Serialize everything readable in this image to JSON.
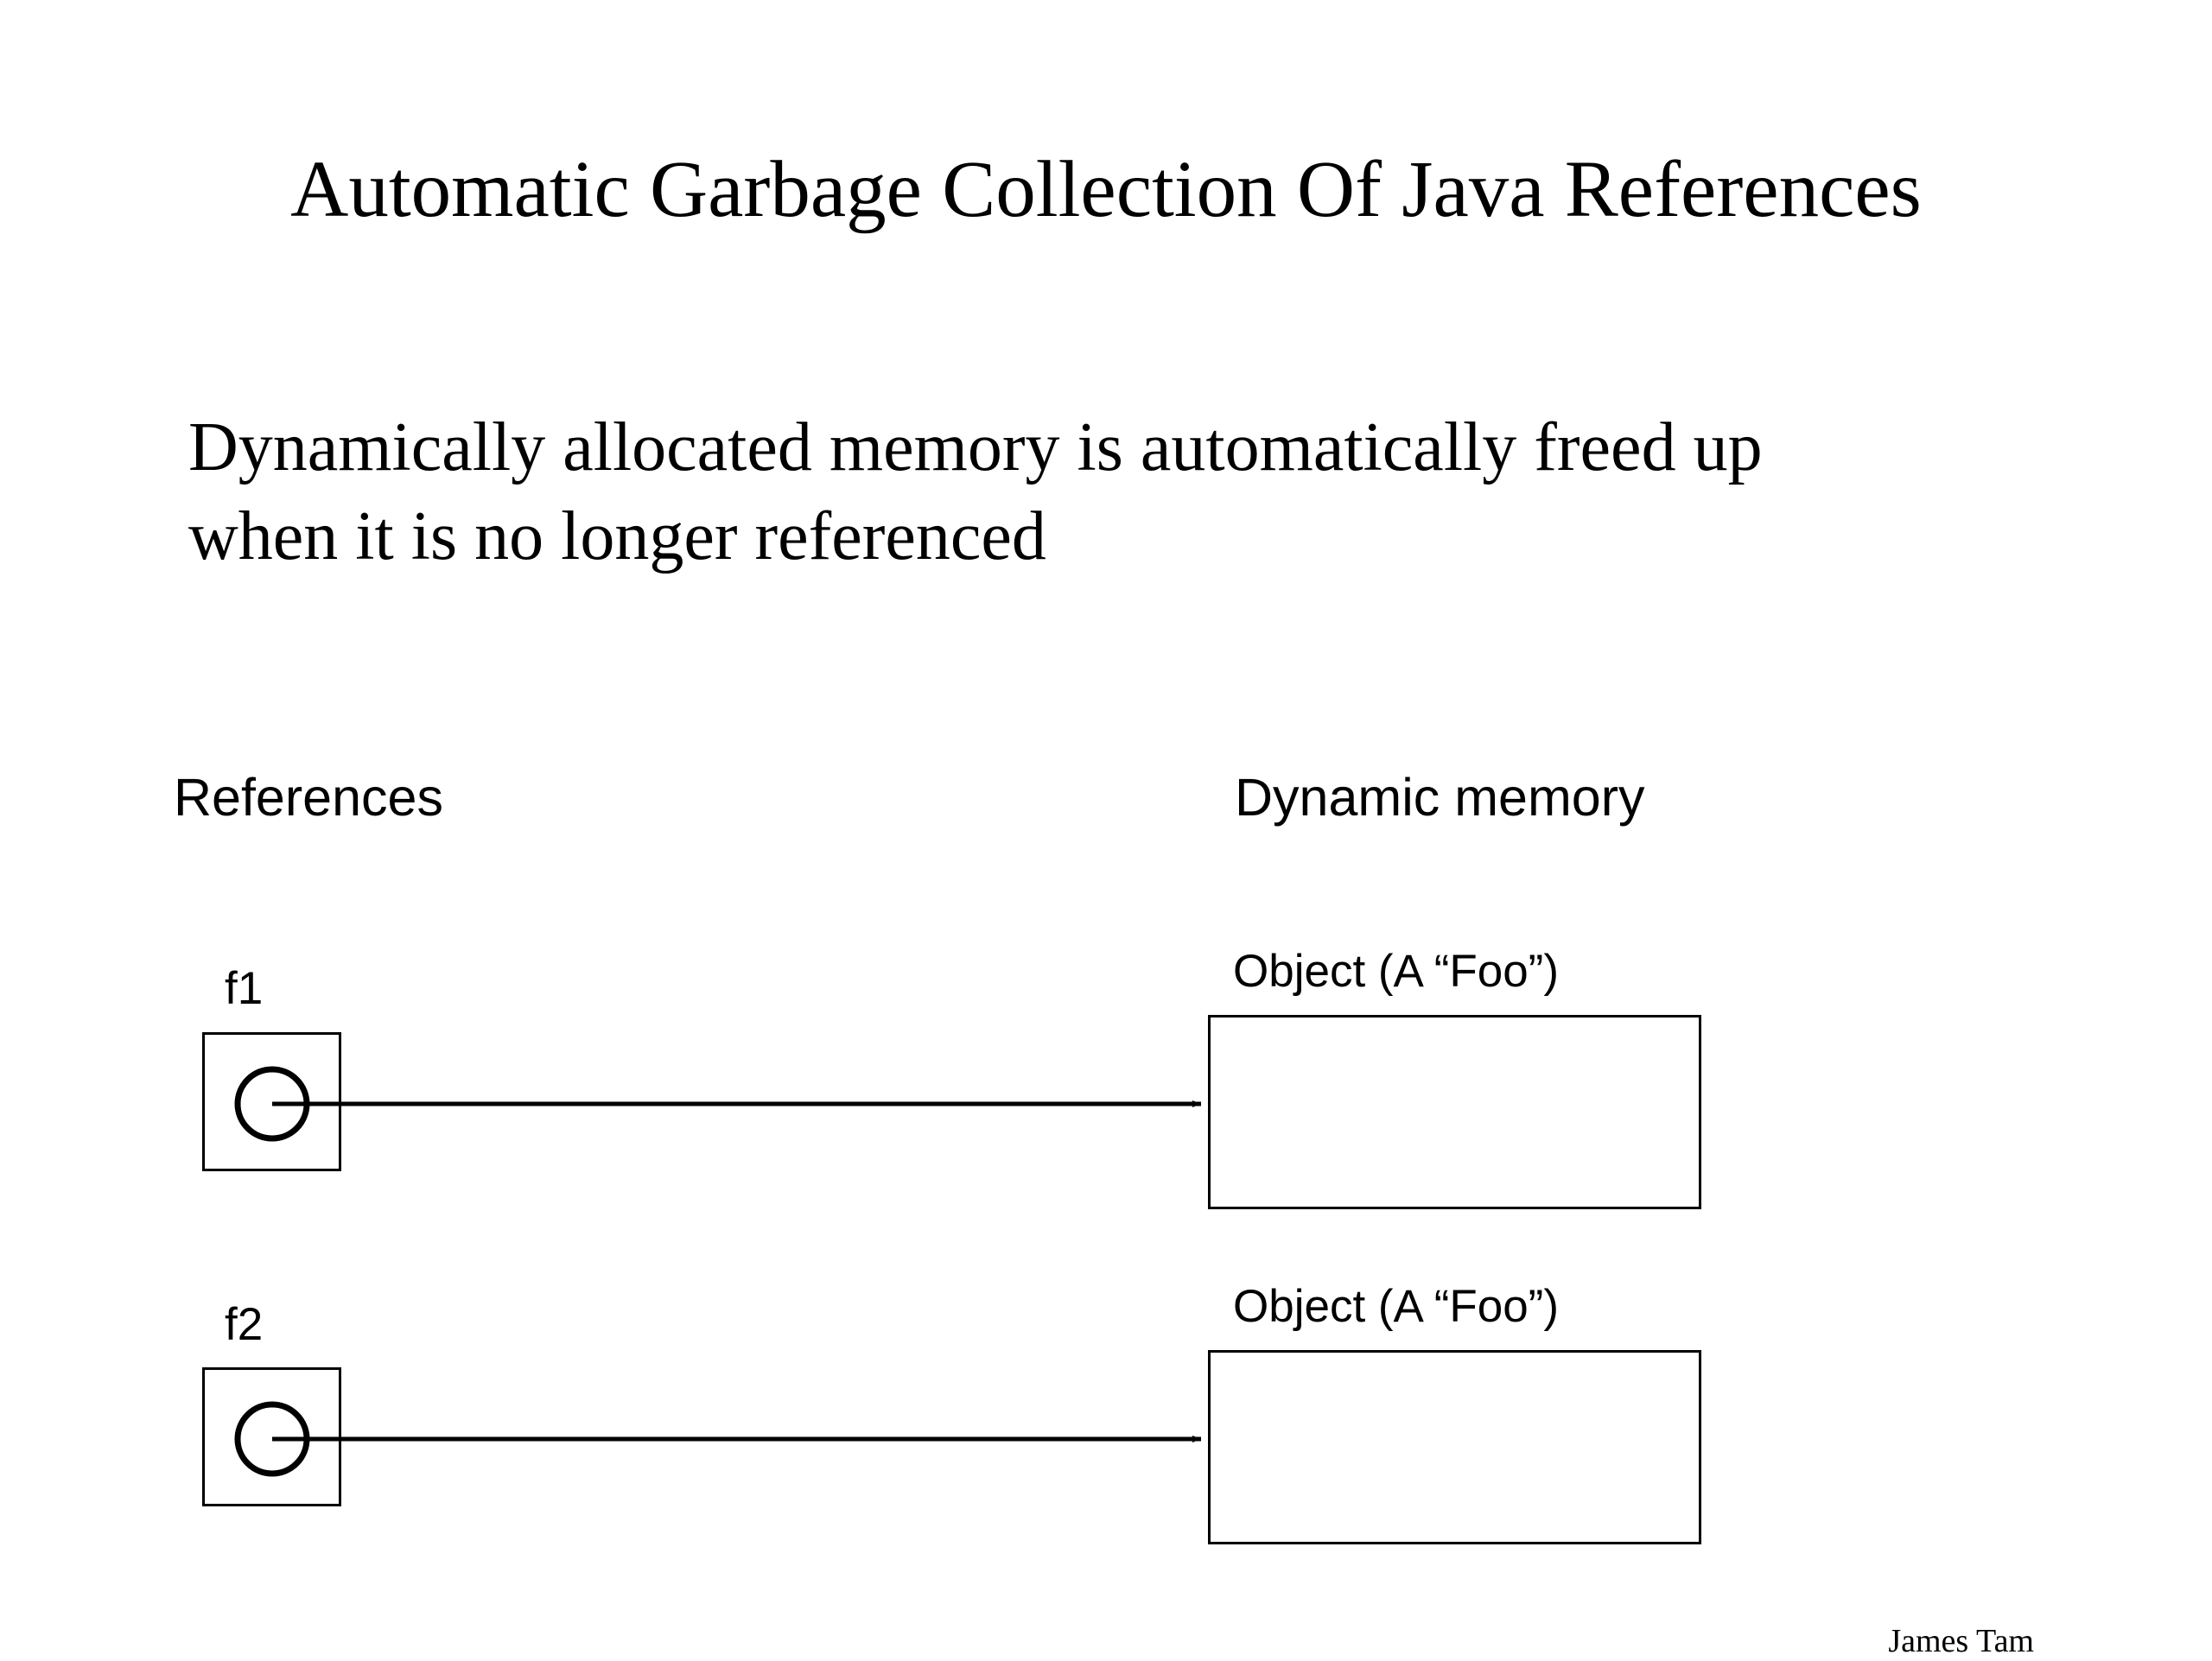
{
  "slide": {
    "title": "Automatic Garbage Collection Of Java References",
    "body_lines": [
      "Dynamically allocated memory is automatically freed up",
      "when it is no longer referenced"
    ],
    "footer": "James Tam"
  },
  "diagram": {
    "references_heading": "References",
    "memory_heading": "Dynamic memory",
    "references": [
      {
        "label": "f1",
        "target_label": "Object (A “Foo”)"
      },
      {
        "label": "f2",
        "target_label": "Object (A “Foo”)"
      }
    ]
  }
}
